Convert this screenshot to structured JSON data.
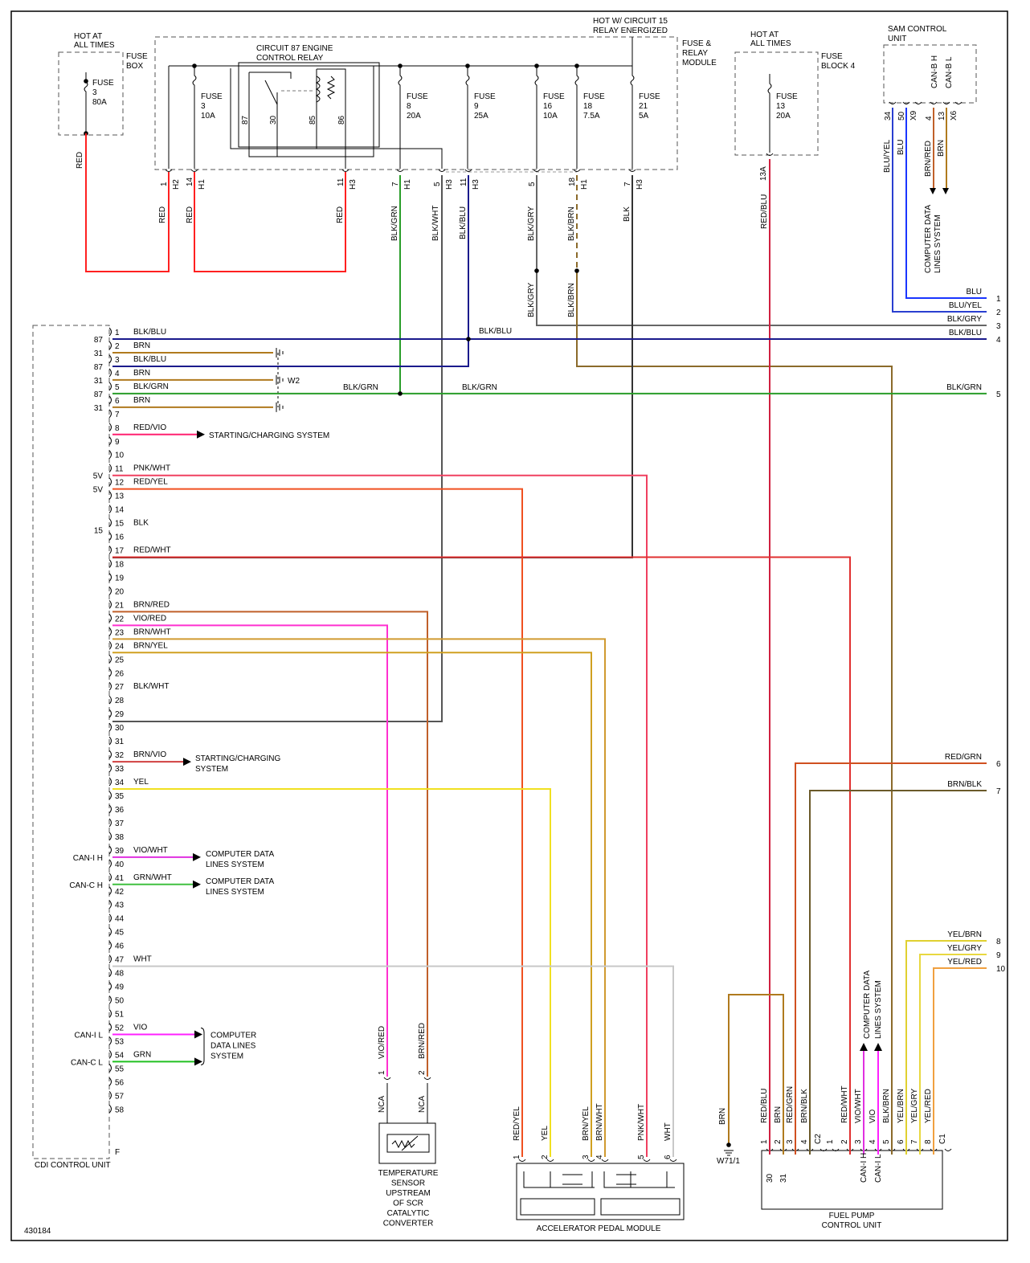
{
  "diagram_id": "430184",
  "colors": {
    "RED": "#ff2020",
    "BLK/GRN": "#2a9d2a",
    "BLK/WHT": "#555555",
    "BLK/BLU": "#1a1a8c",
    "BLK/GRY": "#666666",
    "BLK/BRN": "#8b6a2b",
    "BLK": "#333333",
    "RED/BLU": "#d02040",
    "BLU/YEL": "#2a3fd0",
    "BLU": "#1a35ff",
    "BRN/RED": "#c0602a",
    "BRN": "#b07a1e",
    "RED/VIO": "#ff2070",
    "PNK/WHT": "#f04060",
    "RED/YEL": "#f05020",
    "RED/WHT": "#e03030",
    "VIO/RED": "#ff30d0",
    "BRN/WHT": "#d09a30",
    "BRN/YEL": "#d0a020",
    "BRN/VIO": "#d04040",
    "YEL": "#f0e020",
    "VIO/WHT": "#e030e0",
    "GRN/WHT": "#40c040",
    "WHT": "#c8c8c8",
    "VIO": "#ff20ff",
    "GRN": "#20c020",
    "RED/GRN": "#d05020",
    "BRN/BLK": "#6b5a2a",
    "YEL/BRN": "#e0d030",
    "YEL/GRY": "#e8d840",
    "YEL/RED": "#f0a040"
  },
  "labels": {
    "hot_at_all_times_1": "HOT AT\nALL TIMES",
    "fuse_box": "FUSE\nBOX",
    "fuse3_80a": "FUSE\n3\n80A",
    "hot_w_circuit15": "HOT W/ CIRCUIT 15\nRELAY ENERGIZED",
    "fuse_relay_module": "FUSE &\nRELAY\nMODULE",
    "circuit87": "CIRCUIT 87 ENGINE\nCONTROL RELAY",
    "hot_at_all_times_2": "HOT AT\nALL TIMES",
    "fuse_block4": "FUSE\nBLOCK 4",
    "sam_control": "SAM CONTROL\nUNIT",
    "cdi_control_unit": "CDI CONTROL UNIT",
    "temp_sensor": "TEMPERATURE\nSENSOR\nUPSTREAM\nOF SCR\nCATALYTIC\nCONVERTER",
    "accel_pedal": "ACCELERATOR PEDAL MODULE",
    "fuel_pump": "FUEL PUMP\nCONTROL UNIT",
    "starting_charging_1": "STARTING/CHARGING SYSTEM",
    "starting_charging_2": "STARTING/CHARGING\nSYSTEM",
    "computer_data_1": "COMPUTER DATA\nLINES SYSTEM",
    "computer_data_2": "COMPUTER DATA\nLINES SYSTEM",
    "computer_data_3": "COMPUTER\nDATA LINES\nSYSTEM",
    "computer_data_sam": "COMPUTER DATA\nLINES SYSTEM",
    "computer_data_fpcu": "COMPUTER DATA\nLINES SYSTEM",
    "w2": "W2",
    "w71": "W71/1",
    "f": "F",
    "nca": "NCA"
  },
  "fuses": [
    {
      "id": "f3_10a",
      "text": "FUSE\n3\n10A"
    },
    {
      "id": "f8",
      "text": "FUSE\n8\n20A"
    },
    {
      "id": "f9",
      "text": "FUSE\n9\n25A"
    },
    {
      "id": "f16",
      "text": "FUSE\n16\n10A"
    },
    {
      "id": "f18",
      "text": "FUSE\n18\n7.5A"
    },
    {
      "id": "f21",
      "text": "FUSE\n21\n5A"
    },
    {
      "id": "f13",
      "text": "FUSE\n13\n20A"
    }
  ],
  "relay_pins": [
    "87",
    "30",
    "85",
    "86"
  ],
  "module_pins": [
    {
      "pin": "1",
      "conn": "H2"
    },
    {
      "pin": "14",
      "conn": "H1"
    },
    {
      "pin": "11",
      "conn": "H3"
    },
    {
      "pin": "7",
      "conn": "H1"
    },
    {
      "pin": "5",
      "conn": "H3"
    },
    {
      "pin": "11",
      "conn": "H3"
    },
    {
      "pin": "5",
      "conn": ""
    },
    {
      "pin": "18",
      "conn": "H1"
    },
    {
      "pin": "7",
      "conn": "H3"
    }
  ],
  "fuse13_pin": "13A",
  "sam_pins": [
    {
      "pin": "34",
      "conn": ""
    },
    {
      "pin": "50",
      "conn": ""
    },
    {
      "pin": "",
      "conn": "X9"
    },
    {
      "pin": "4",
      "conn": ""
    },
    {
      "pin": "13",
      "conn": ""
    },
    {
      "pin": "",
      "conn": "X6"
    }
  ],
  "sam_signals": [
    "CAN-B H",
    "CAN-B L"
  ],
  "vertical_wire_labels": {
    "red_left": "RED",
    "red_h2": "RED",
    "red_h1": "RED",
    "red_h3": "RED",
    "blk_grn": "BLK/GRN",
    "blk_wht": "BLK/WHT",
    "blk_blu": "BLK/BLU",
    "blk_gry_top": "BLK/GRY",
    "blk_brn_top": "BLK/BRN",
    "blk": "BLK",
    "blk_gry_bot": "BLK/GRY",
    "blk_brn_bot": "BLK/BRN",
    "red_blu": "RED/BLU",
    "blu_yel": "BLU/YEL",
    "blu": "BLU",
    "brn_red_sam": "BRN/RED",
    "brn_sam": "BRN",
    "vio_red": "VIO/RED",
    "brn_red_ts": "BRN/RED",
    "brn_w71": "BRN"
  },
  "cdi_pins": [
    {
      "pin": "1",
      "left": "87",
      "wire": "BLK/BLU"
    },
    {
      "pin": "2",
      "left": "31",
      "wire": "BRN"
    },
    {
      "pin": "3",
      "left": "87",
      "wire": "BLK/BLU"
    },
    {
      "pin": "4",
      "left": "31",
      "wire": "BRN"
    },
    {
      "pin": "5",
      "left": "87",
      "wire": "BLK/GRN"
    },
    {
      "pin": "6",
      "left": "31",
      "wire": "BRN"
    },
    {
      "pin": "7",
      "left": "",
      "wire": ""
    },
    {
      "pin": "8",
      "left": "",
      "wire": "RED/VIO"
    },
    {
      "pin": "9",
      "left": "",
      "wire": ""
    },
    {
      "pin": "10",
      "left": "",
      "wire": ""
    },
    {
      "pin": "11",
      "left": "5V",
      "wire": "PNK/WHT"
    },
    {
      "pin": "12",
      "left": "5V",
      "wire": "RED/YEL"
    },
    {
      "pin": "13",
      "left": "",
      "wire": ""
    },
    {
      "pin": "14",
      "left": "",
      "wire": ""
    },
    {
      "pin": "15",
      "left": "15",
      "wire": "BLK"
    },
    {
      "pin": "16",
      "left": "",
      "wire": ""
    },
    {
      "pin": "17",
      "left": "",
      "wire": "RED/WHT"
    },
    {
      "pin": "18",
      "left": "",
      "wire": ""
    },
    {
      "pin": "19",
      "left": "",
      "wire": ""
    },
    {
      "pin": "20",
      "left": "",
      "wire": ""
    },
    {
      "pin": "21",
      "left": "",
      "wire": "BRN/RED"
    },
    {
      "pin": "22",
      "left": "",
      "wire": "VIO/RED"
    },
    {
      "pin": "23",
      "left": "",
      "wire": "BRN/WHT"
    },
    {
      "pin": "24",
      "left": "",
      "wire": "BRN/YEL"
    },
    {
      "pin": "25",
      "left": "",
      "wire": ""
    },
    {
      "pin": "26",
      "left": "",
      "wire": ""
    },
    {
      "pin": "27",
      "left": "",
      "wire": "BLK/WHT"
    },
    {
      "pin": "28",
      "left": "",
      "wire": ""
    },
    {
      "pin": "29",
      "left": "",
      "wire": ""
    },
    {
      "pin": "30",
      "left": "",
      "wire": ""
    },
    {
      "pin": "31",
      "left": "",
      "wire": ""
    },
    {
      "pin": "32",
      "left": "",
      "wire": "BRN/VIO"
    },
    {
      "pin": "33",
      "left": "",
      "wire": ""
    },
    {
      "pin": "34",
      "left": "",
      "wire": "YEL"
    },
    {
      "pin": "35",
      "left": "",
      "wire": ""
    },
    {
      "pin": "36",
      "left": "",
      "wire": ""
    },
    {
      "pin": "37",
      "left": "",
      "wire": ""
    },
    {
      "pin": "38",
      "left": "",
      "wire": ""
    },
    {
      "pin": "39",
      "left": "CAN-I H",
      "wire": "VIO/WHT"
    },
    {
      "pin": "40",
      "left": "",
      "wire": ""
    },
    {
      "pin": "41",
      "left": "CAN-C H",
      "wire": "GRN/WHT"
    },
    {
      "pin": "42",
      "left": "",
      "wire": ""
    },
    {
      "pin": "43",
      "left": "",
      "wire": ""
    },
    {
      "pin": "44",
      "left": "",
      "wire": ""
    },
    {
      "pin": "45",
      "left": "",
      "wire": ""
    },
    {
      "pin": "46",
      "left": "",
      "wire": ""
    },
    {
      "pin": "47",
      "left": "",
      "wire": "WHT"
    },
    {
      "pin": "48",
      "left": "",
      "wire": ""
    },
    {
      "pin": "49",
      "left": "",
      "wire": ""
    },
    {
      "pin": "50",
      "left": "",
      "wire": ""
    },
    {
      "pin": "51",
      "left": "",
      "wire": ""
    },
    {
      "pin": "52",
      "left": "CAN-I L",
      "wire": "VIO"
    },
    {
      "pin": "53",
      "left": "",
      "wire": ""
    },
    {
      "pin": "54",
      "left": "CAN-C L",
      "wire": "GRN"
    },
    {
      "pin": "55",
      "left": "",
      "wire": ""
    },
    {
      "pin": "56",
      "left": "",
      "wire": ""
    },
    {
      "pin": "57",
      "left": "",
      "wire": ""
    },
    {
      "pin": "58",
      "left": "",
      "wire": ""
    }
  ],
  "mid_labels": [
    {
      "id": "blkblu_mid",
      "text": "BLK/BLU"
    },
    {
      "id": "blkgrn_mid1",
      "text": "BLK/GRN"
    },
    {
      "id": "blkgrn_mid2",
      "text": "BLK/GRN"
    }
  ],
  "right_connector": [
    {
      "n": "1",
      "wire": "BLU"
    },
    {
      "n": "2",
      "wire": "BLU/YEL"
    },
    {
      "n": "3",
      "wire": "BLK/GRY"
    },
    {
      "n": "4",
      "wire": "BLK/BLU"
    },
    {
      "n": "5",
      "wire": "BLK/GRN"
    },
    {
      "n": "6",
      "wire": "RED/GRN"
    },
    {
      "n": "7",
      "wire": "BRN/BLK"
    },
    {
      "n": "8",
      "wire": "YEL/BRN"
    },
    {
      "n": "9",
      "wire": "YEL/GRY"
    },
    {
      "n": "10",
      "wire": "YEL/RED"
    }
  ],
  "temp_sensor_pins": [
    {
      "pin": "1",
      "wire": "VIO/RED"
    },
    {
      "pin": "2",
      "wire": "BRN/RED"
    }
  ],
  "accel_pins": [
    {
      "pin": "1",
      "wire": "RED/YEL"
    },
    {
      "pin": "2",
      "wire": "YEL"
    },
    {
      "pin": "3",
      "wire": "BRN/YEL"
    },
    {
      "pin": "4",
      "wire": "BRN/WHT"
    },
    {
      "pin": "5",
      "wire": "PNK/WHT"
    },
    {
      "pin": "6",
      "wire": "WHT"
    }
  ],
  "fpcu_pins": [
    {
      "pin": "1",
      "wire": "RED/BLU",
      "inner": "30"
    },
    {
      "pin": "2",
      "wire": "BRN",
      "inner": "31"
    },
    {
      "pin": "3",
      "wire": "RED/GRN",
      "inner": ""
    },
    {
      "pin": "4",
      "wire": "BRN/BLK",
      "inner": ""
    },
    {
      "pin": "C2",
      "wire": "",
      "inner": ""
    },
    {
      "pin": "1",
      "wire": "",
      "inner": ""
    },
    {
      "pin": "2",
      "wire": "RED/WHT",
      "inner": ""
    },
    {
      "pin": "3",
      "wire": "VIO/WHT",
      "inner": "CAN-I H"
    },
    {
      "pin": "4",
      "wire": "VIO",
      "inner": "CAN-I L"
    },
    {
      "pin": "5",
      "wire": "BLK/BRN",
      "inner": ""
    },
    {
      "pin": "6",
      "wire": "YEL/BRN",
      "inner": ""
    },
    {
      "pin": "7",
      "wire": "YEL/GRY",
      "inner": ""
    },
    {
      "pin": "8",
      "wire": "YEL/RED",
      "inner": ""
    },
    {
      "pin": "C1",
      "wire": "",
      "inner": ""
    }
  ]
}
